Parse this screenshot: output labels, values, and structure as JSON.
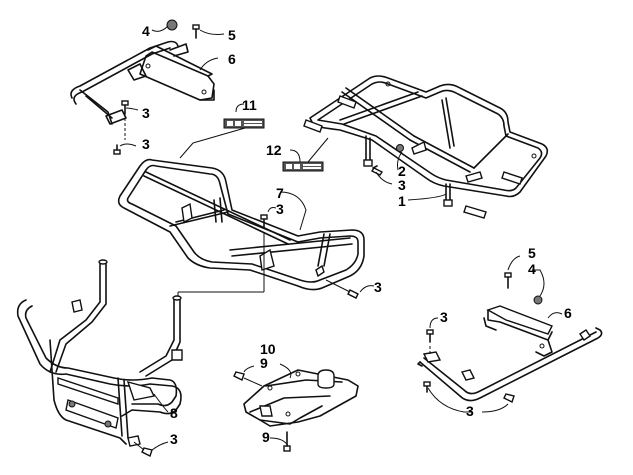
{
  "diagram": {
    "title": "",
    "callouts": [
      {
        "id": "c4a",
        "label": "4"
      },
      {
        "id": "c5a",
        "label": "5"
      },
      {
        "id": "c6a",
        "label": "6"
      },
      {
        "id": "c3a",
        "label": "3"
      },
      {
        "id": "c3b",
        "label": "3"
      },
      {
        "id": "c11",
        "label": "11"
      },
      {
        "id": "c12",
        "label": "12"
      },
      {
        "id": "c2",
        "label": "2"
      },
      {
        "id": "c3c",
        "label": "3"
      },
      {
        "id": "c1",
        "label": "1"
      },
      {
        "id": "c7",
        "label": "7"
      },
      {
        "id": "c3d",
        "label": "3"
      },
      {
        "id": "c3e",
        "label": "3"
      },
      {
        "id": "c8",
        "label": "8"
      },
      {
        "id": "c3f",
        "label": "3"
      },
      {
        "id": "c10",
        "label": "10"
      },
      {
        "id": "c9a",
        "label": "9"
      },
      {
        "id": "c9b",
        "label": "9"
      },
      {
        "id": "c5b",
        "label": "5"
      },
      {
        "id": "c4b",
        "label": "4"
      },
      {
        "id": "c3g",
        "label": "3"
      },
      {
        "id": "c6b",
        "label": "6"
      },
      {
        "id": "c3h",
        "label": "3"
      }
    ],
    "parts": {
      "rear_rack": "rear-rack",
      "front_rack": "front-rack",
      "front_bumper": "front-bumper",
      "skid_plate": "skid-plate",
      "left_footrest": "footrest-bracket-left",
      "right_footrest": "footrest-bracket-right",
      "decal_11": "decal",
      "decal_12": "decal"
    }
  }
}
